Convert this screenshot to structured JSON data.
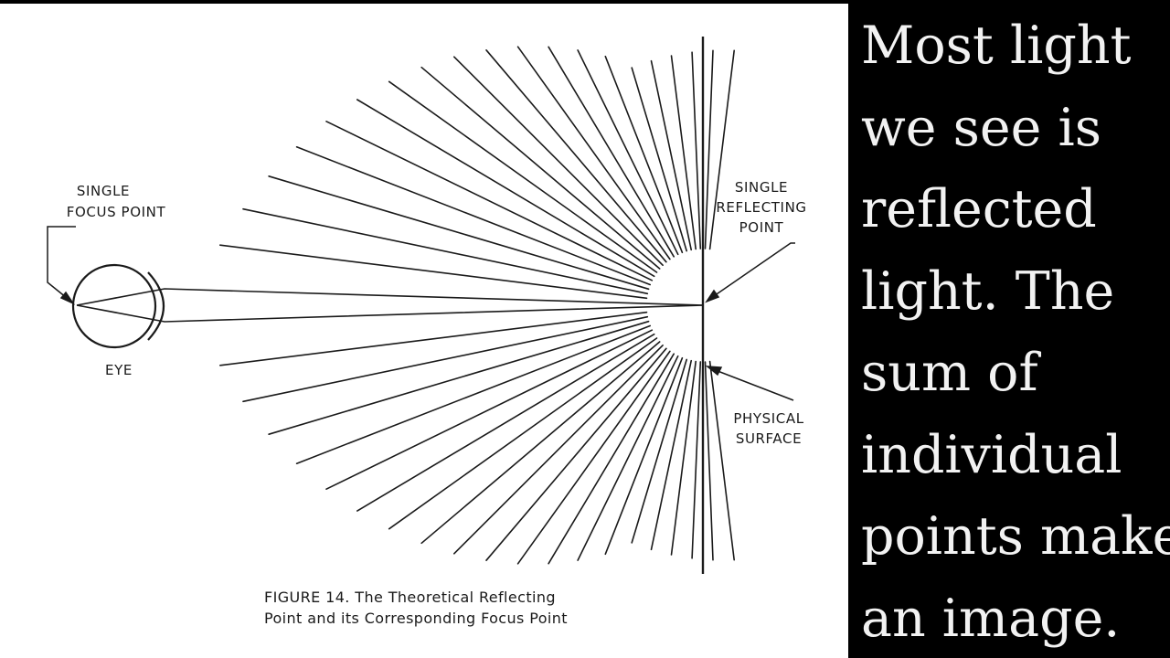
{
  "colors": {
    "background": "#000000",
    "figure_background": "#ffffff",
    "ink": "#1a1a1a",
    "side_text": "#f2f2f2"
  },
  "figure": {
    "labels": {
      "single_focus_point": [
        "SINGLE",
        "FOCUS POINT"
      ],
      "eye": "EYE",
      "single_reflecting_point": [
        "SINGLE",
        "REFLECTING",
        "POINT"
      ],
      "physical_surface": [
        "PHYSICAL",
        "SURFACE"
      ]
    },
    "caption": [
      "FIGURE 14.  The Theoretical Reflecting",
      "Point and its Corresponding Focus Point"
    ]
  },
  "side_text": {
    "lines": [
      "Most light",
      "we see is",
      "reflected",
      "light. The",
      "sum of",
      "individual",
      "points make",
      "an image."
    ]
  }
}
